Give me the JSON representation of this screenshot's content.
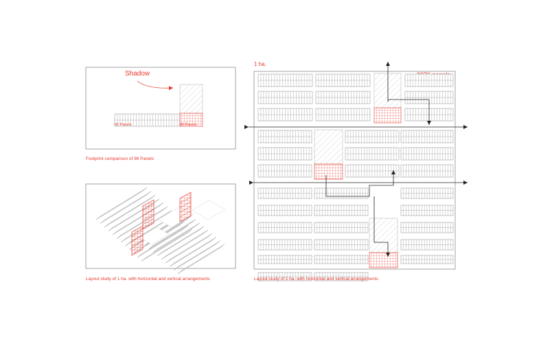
{
  "colors": {
    "accent": "#e8382b",
    "line": "#9a9a9a",
    "frame": "#8c8c8c",
    "dark": "#222222",
    "shadow_fill": "#e6e6e6"
  },
  "footprint": {
    "shadow_label": "Shadow",
    "horizontal_label": "96 Panels",
    "vertical_label": "96 Panels",
    "caption": "Footprint comparison of 96 Panels"
  },
  "axonometric": {
    "caption": "Layout study of 1 ha. with horizontal and vertical arrangements"
  },
  "plan": {
    "area_label": "1 ha.",
    "panel_count": "2376 panels",
    "caption": "Layout study of 1 ha. with horizontal and vertical arrangements"
  }
}
